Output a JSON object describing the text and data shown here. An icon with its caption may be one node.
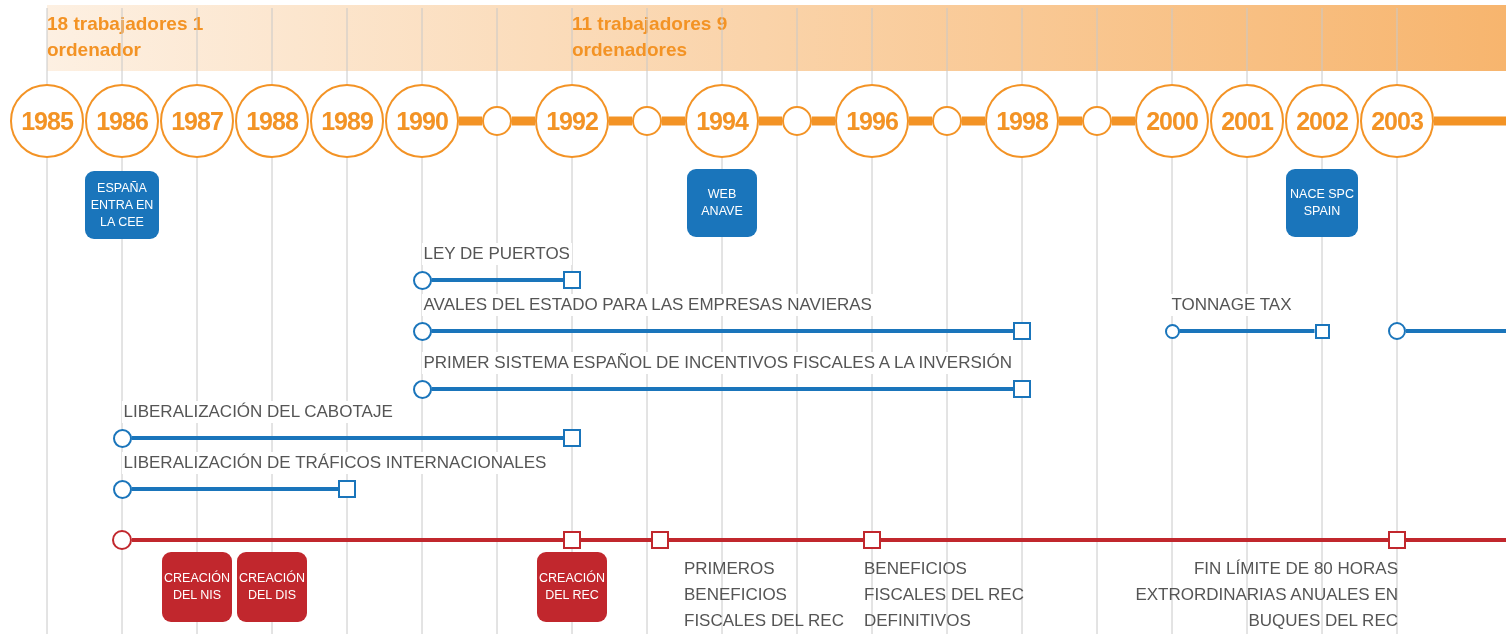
{
  "diagram": {
    "nodes": [
      {
        "text": [
          "1985"
        ]
      },
      {
        "text": [
          "1986"
        ]
      },
      {
        "text": [
          "1987"
        ]
      },
      {
        "text": [
          "1988"
        ]
      },
      {
        "text": [
          "1989"
        ]
      },
      {
        "text": [
          "1990"
        ]
      },
      {
        "text": [],
        "shape": "circle"
      },
      {
        "text": [
          "1992"
        ]
      },
      {
        "text": [],
        "shape": "circle"
      },
      {
        "text": [
          "1994"
        ]
      },
      {
        "text": [],
        "shape": "circle"
      },
      {
        "text": [
          "1996"
        ]
      },
      {
        "text": [],
        "shape": "circle"
      },
      {
        "text": [
          "1998"
        ]
      },
      {
        "text": [],
        "shape": "circle"
      },
      {
        "text": [
          "2000"
        ]
      },
      {
        "text": [
          "2001"
        ]
      },
      {
        "text": [
          "2002"
        ]
      },
      {
        "text": [
          "2003"
        ]
      },
      {
        "text": [
          "ESPAÑA ENTRA EN LA CEE"
        ]
      },
      {
        "text": [
          "WEB ANAVE"
        ]
      },
      {
        "text": [
          "NACE SPC SPAIN"
        ]
      },
      {
        "text": [],
        "shape": "circle"
      },
      {
        "text": [],
        "shape": "box"
      },
      {
        "text": [],
        "shape": "circle"
      },
      {
        "text": [],
        "shape": "box"
      },
      {
        "text": [],
        "shape": "circle"
      },
      {
        "text": [],
        "shape": "box"
      },
      {
        "text": [],
        "shape": "circle"
      },
      {
        "text": [],
        "shape": "box"
      },
      {
        "text": [],
        "shape": "circle"
      },
      {
        "text": [],
        "shape": "circle"
      },
      {
        "text": [],
        "shape": "box"
      },
      {
        "text": [],
        "shape": "circle"
      },
      {
        "text": [],
        "shape": "box"
      },
      {
        "text": [],
        "shape": "circle"
      },
      {
        "text": [],
        "shape": "box"
      },
      {
        "text": [],
        "shape": "box",
        "beside": [
          "PRIMEROS BENEFICIOS FISCALES DEL REC"
        ]
      },
      {
        "text": [],
        "shape": "box",
        "beside": [
          "BENEFICIOS FISCALES DEL REC DEFINITIVOS"
        ]
      },
      {
        "text": [],
        "shape": "box",
        "beside": [
          "FIN LÍMITE DE 80 HORAS EXTRORDINARIAS ANUALES EN BUQUES DEL REC"
        ]
      },
      {
        "text": [
          "CREACIÓN DEL NIS"
        ]
      },
      {
        "text": [
          "CREACIÓN DEL DIS"
        ]
      },
      {
        "text": [
          "CREACIÓN DEL REC"
        ]
      }
    ],
    "edges": [
      {
        "from": 5,
        "to": 6,
        "arrow": "none",
        "style": "thick"
      },
      {
        "from": 6,
        "to": 7,
        "arrow": "none",
        "style": "thick"
      },
      {
        "from": 7,
        "to": 8,
        "arrow": "none",
        "style": "thick"
      },
      {
        "from": 8,
        "to": 9,
        "arrow": "none",
        "style": "thick"
      },
      {
        "from": 9,
        "to": 10,
        "arrow": "none",
        "style": "thick"
      },
      {
        "from": 10,
        "to": 11,
        "arrow": "none",
        "style": "thick"
      },
      {
        "from": 11,
        "to": 12,
        "arrow": "none",
        "style": "thick"
      },
      {
        "from": 12,
        "to": 13,
        "arrow": "none",
        "style": "thick"
      },
      {
        "from": 13,
        "to": 14,
        "arrow": "none",
        "style": "thick"
      },
      {
        "from": 14,
        "to": 15,
        "arrow": "none",
        "style": "thick"
      },
      {
        "from": 18,
        "to": null,
        "arrow": "none",
        "style": "thick"
      },
      {
        "from": 22,
        "to": 23,
        "arrow": "none",
        "label": "LEY DE PUERTOS",
        "color": "#1a75bb"
      },
      {
        "from": 24,
        "to": 25,
        "arrow": "none",
        "label": "AVALES DEL ESTADO PARA LAS EMPRESAS NAVIERAS",
        "color": "#1a75bb"
      },
      {
        "from": 26,
        "to": 27,
        "arrow": "none",
        "label": "PRIMER SISTEMA ESPAÑOL DE INCENTIVOS FISCALES A LA INVERSIÓN",
        "color": "#1a75bb"
      },
      {
        "from": 28,
        "to": 29,
        "arrow": "none",
        "label": "TONNAGE TAX",
        "color": "#1a75bb"
      },
      {
        "from": 30,
        "to": null,
        "arrow": "none",
        "color": "#1a75bb"
      },
      {
        "from": 31,
        "to": 32,
        "arrow": "none",
        "label": "LIBERALIZACIÓN DEL CABOTAJE",
        "color": "#1a75bb"
      },
      {
        "from": 33,
        "to": 34,
        "arrow": "none",
        "label": "LIBERALIZACIÓN DE TRÁFICOS INTERNACIONALES",
        "color": "#1a75bb"
      },
      {
        "from": 35,
        "to": 36,
        "arrow": "none",
        "color": "#c1272d"
      },
      {
        "from": 36,
        "to": 37,
        "arrow": "none",
        "color": "#c1272d"
      },
      {
        "from": 37,
        "to": 38,
        "arrow": "none",
        "color": "#c1272d"
      },
      {
        "from": 38,
        "to": 39,
        "arrow": "none",
        "color": "#c1272d"
      },
      {
        "from": 39,
        "to": null,
        "arrow": "none",
        "color": "#c1272d"
      }
    ],
    "labels": [
      "18 trabajadores 1 ordenador",
      "11 trabajadores 9 ordenadores"
    ]
  }
}
